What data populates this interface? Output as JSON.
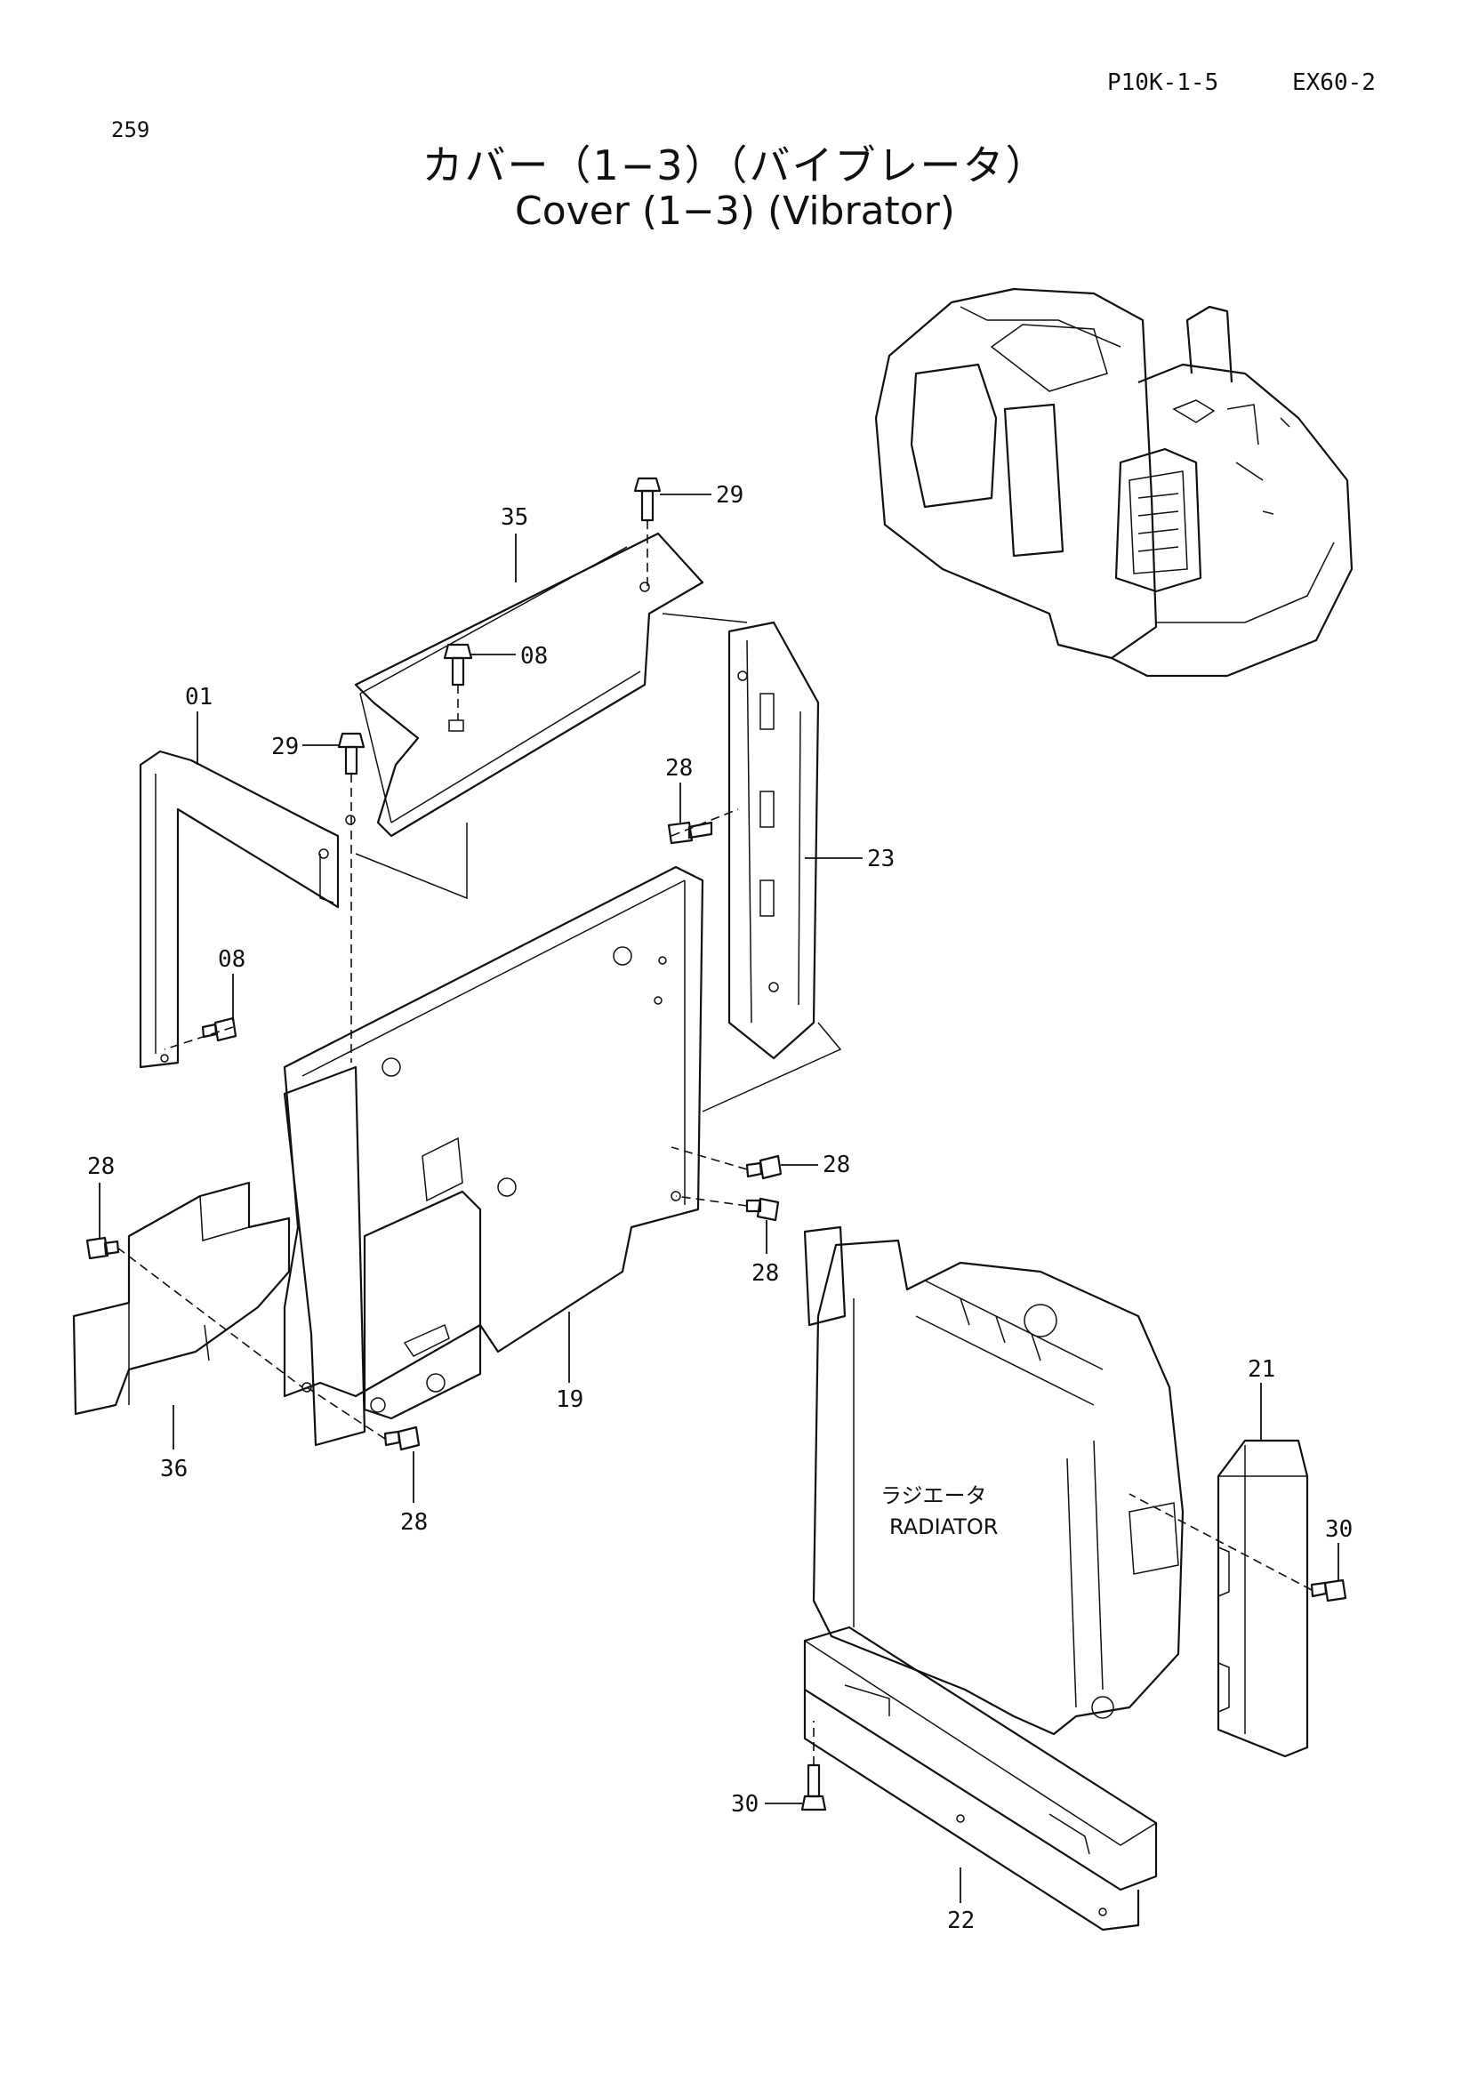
{
  "header": {
    "page_number": "259",
    "doc_code": "P10K-1-5",
    "model": "EX60-2",
    "title_ja": "カバー（1−3）（バイブレータ）",
    "title_en": "Cover (1−3) (Vibrator)"
  },
  "callouts": {
    "c29_top": "29",
    "c35": "35",
    "c08_top": "08",
    "c01": "01",
    "c29_left": "29",
    "c28_upper": "28",
    "c23": "23",
    "c08_left": "08",
    "c28_right_a": "28",
    "c28_right_b": "28",
    "c28_far_left": "28",
    "c19": "19",
    "c36": "36",
    "c28_bottom": "28",
    "c21": "21",
    "c30_right": "30",
    "c30_bottom": "30",
    "c22": "22"
  },
  "radiator_label": {
    "ja": "ラジエータ",
    "en": "RADIATOR"
  }
}
